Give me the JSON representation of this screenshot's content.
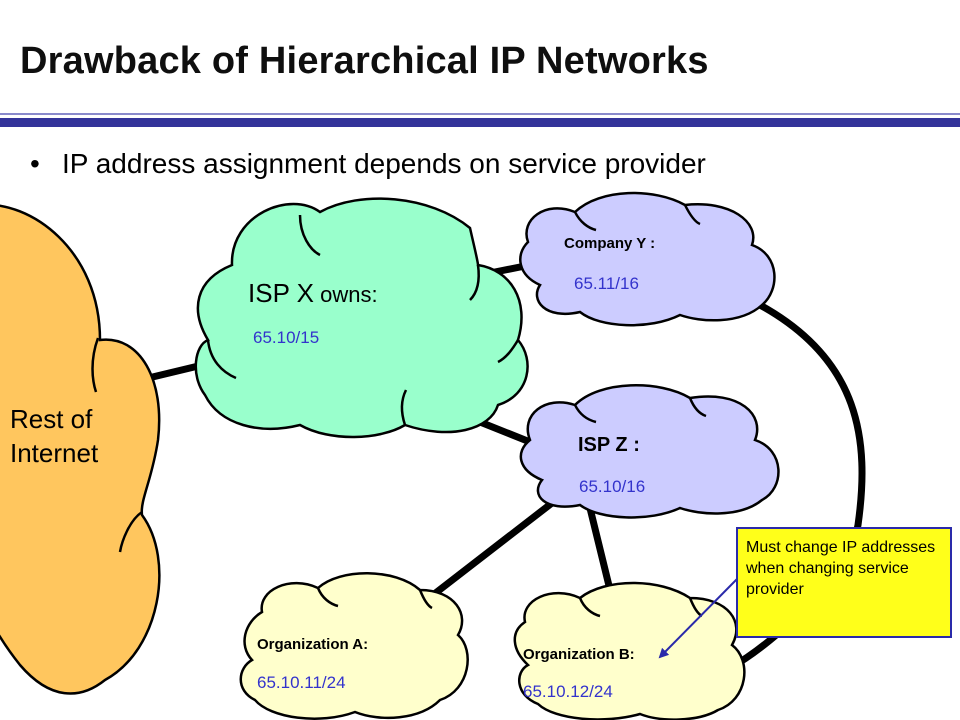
{
  "slide": {
    "title": "Drawback of Hierarchical IP Networks",
    "bullet": "IP address assignment depends on service provider",
    "bullet_marker": "•"
  },
  "nodes": {
    "internet": {
      "label_line1": "Rest of",
      "label_line2": "Internet",
      "color": "#ffc65e"
    },
    "isp_x": {
      "label_prefix": "ISP X",
      "label_suffix": " owns:",
      "prefix": "65.10/15",
      "color": "#99ffcc"
    },
    "company_y": {
      "label": "Company Y :",
      "prefix": "65.11/16",
      "color": "#ccccff"
    },
    "isp_z": {
      "label": "ISP Z :",
      "prefix": "65.10/16",
      "color": "#ccccff"
    },
    "org_a": {
      "label": "Organization A:",
      "prefix": "65.10.11/24",
      "color": "#ffffcc"
    },
    "org_b": {
      "label": "Organization B:",
      "prefix": "65.10.12/24",
      "color": "#ffffcc"
    }
  },
  "note": {
    "text": "Must change IP addresses when changing service provider",
    "color": "#ffff1a"
  },
  "colors": {
    "title_rule": "#33339a",
    "prefix_text": "#3333cc",
    "link": "#000000",
    "arrow": "#2a2aaa"
  }
}
